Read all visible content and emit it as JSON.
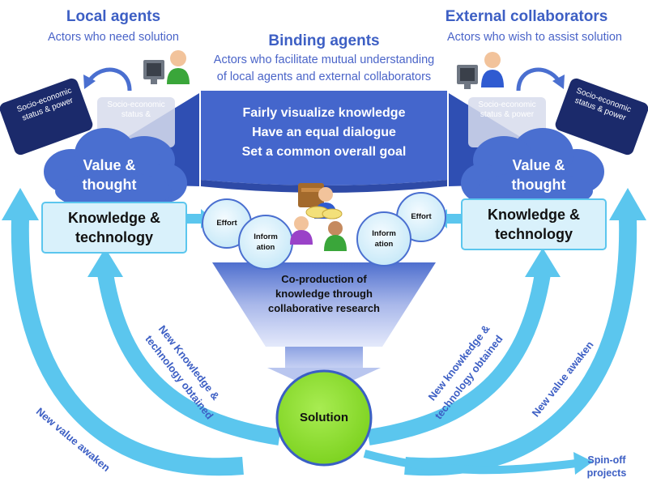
{
  "local": {
    "title": "Local agents",
    "subtitle": "Actors who need solution",
    "socio": "Socio-economic status & power",
    "socio_ghost": "Socio-economic status &",
    "value": "Value & thought",
    "knowledge": "Knowledge & technology",
    "effort": "Effort",
    "information": "Inform ation"
  },
  "external": {
    "title": "External collaborators",
    "subtitle": "Actors who wish to assist solution",
    "socio": "Socio-economic status & power",
    "socio_ghost": "Socio-economic status & power",
    "value": "Value & thought",
    "knowledge": "Knowledge & technology",
    "effort": "Effort",
    "information": "Inform ation"
  },
  "binding": {
    "title": "Binding agents",
    "subtitle_line1": "Actors who facilitate mutual understanding",
    "subtitle_line2": "of local agents and external collaborators",
    "line1": "Fairly visualize knowledge",
    "line2": "Have an equal dialogue",
    "line3": "Set a common overall goal"
  },
  "funnel": {
    "text": "Co-production of knowledge through collaborative research"
  },
  "solution": {
    "label": "Solution"
  },
  "curves": {
    "left_outer": "New value awaken",
    "left_inner_line1": "New Knowledge &",
    "left_inner_line2": "technology obtained",
    "right_inner_line1": "New knowkedge &",
    "right_inner_line2": "technology obtained",
    "right_outer": "New value awaken"
  },
  "spinoff": {
    "line1": "Spin-off",
    "line2": "projects"
  },
  "colors": {
    "banner": "#3f63c8",
    "cloud": "#4a6fd0",
    "arrow": "#5bc6ee",
    "knowledge_fill": "#d9f1fb",
    "solution": "#8fe03a",
    "socio_box": "#1b2a6b",
    "title_text": "#3d5fc4"
  }
}
